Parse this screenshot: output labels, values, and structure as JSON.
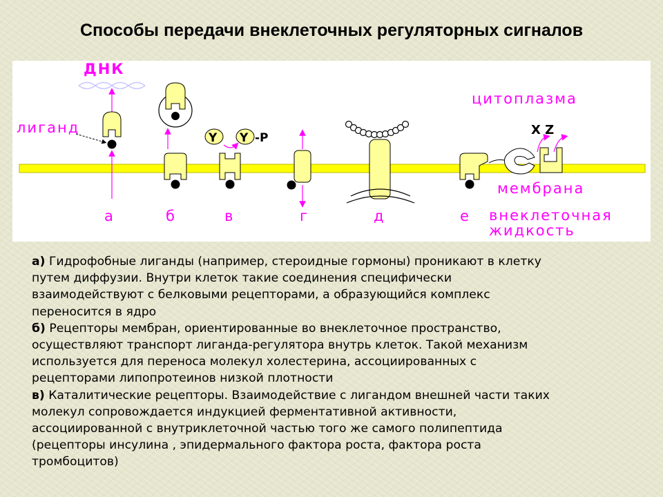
{
  "title": "Способы передачи внеклеточных регуляторных сигналов",
  "diagram": {
    "labels": {
      "dna": "ДНК",
      "ligand": "лиганд",
      "cytoplasm": "цитоплазма",
      "membrane": "мембрана",
      "extracellular_1": "внеклеточная",
      "extracellular_2": "жидкость",
      "xz": "X Z",
      "y": "Y",
      "yp": "Y",
      "p_suffix": "-Р"
    },
    "mechanisms": [
      "а",
      "б",
      "в",
      "г",
      "д",
      "е"
    ],
    "colors": {
      "membrane": "#ffff00",
      "receptor": "#ffff99",
      "label": "#ff00ff",
      "ligand": "#000000"
    }
  },
  "paragraphs": [
    {
      "marker": "а)",
      "lines": [
        "Гидрофобные лиганды (например, стероидные гормоны) проникают в клетку",
        "путем диффузии. Внутри клеток такие соединения специфически",
        "взаимодействуют с белковыми рецепторами, а образующийся комплекс",
        "переносится в ядро"
      ]
    },
    {
      "marker": "б)",
      "lines": [
        "Рецепторы мембран, ориентированные во внеклеточное пространство,",
        "осуществляют транспорт лиганда-регулятора внутрь клеток. Такой механизм",
        "используется для переноса молекул холестерина, ассоциированных с",
        "рецепторами липопротеинов низкой плотности"
      ]
    },
    {
      "marker": "в)",
      "lines": [
        "Каталитические рецепторы. Взаимодействие с лигандом внешней части таких",
        "молекул сопровождается индукцией ферментативной активности,",
        "ассоциированной с внутриклеточной частью того же самого полипептида",
        "(рецепторы инсулина , эпидермального фактора роста, фактора роста",
        "тромбоцитов)"
      ]
    }
  ]
}
